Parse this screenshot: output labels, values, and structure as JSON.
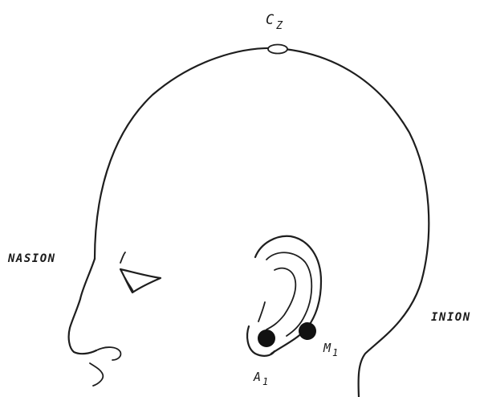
{
  "labels": {
    "vertex": "C",
    "vertex_sub": "Z",
    "nasion": "NASION",
    "inion": "INION",
    "ear_lobe": "A",
    "ear_lobe_sub": "1",
    "mastoid": "M",
    "mastoid_sub": "1"
  }
}
